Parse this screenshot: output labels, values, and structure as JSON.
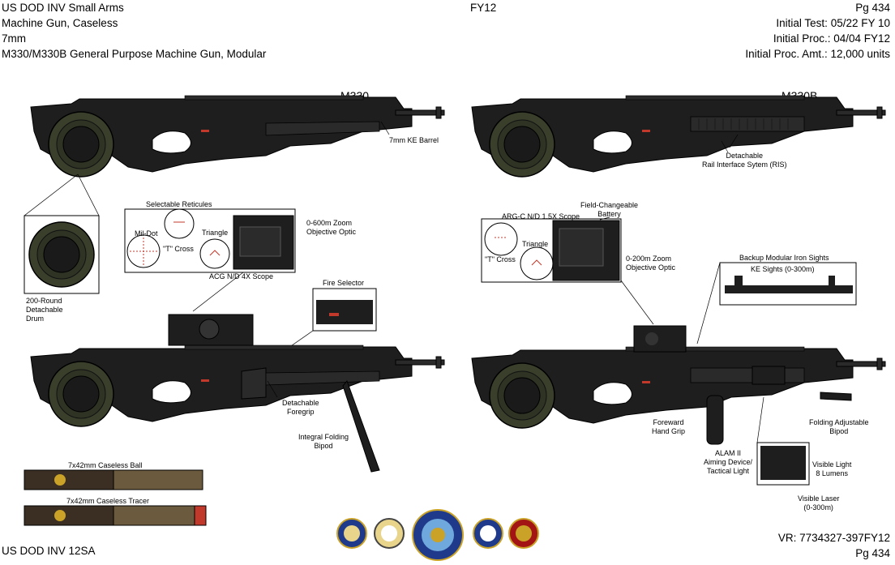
{
  "header": {
    "left": [
      "US DOD INV Small Arms",
      "Machine Gun, Caseless",
      "7mm",
      "M330/M330B General Purpose Machine Gun, Modular"
    ],
    "center": "FY12",
    "right": [
      "Pg 434",
      "Initial Test: 05/22 FY 10",
      "Initial Proc.: 04/04 FY12",
      "Initial Proc. Amt.: 12,000 units"
    ]
  },
  "variants": {
    "left": "M330",
    "right": "M330B"
  },
  "labels": {
    "barrel": "7mm KE Barrel",
    "drum": [
      "200-Round",
      "Detachable",
      "Drum"
    ],
    "reticules_title": "Selectable Reticules",
    "mil_dot": "Mil-Dot",
    "t_cross": "\"T\" Cross",
    "triangle": "Triangle",
    "zoom_600": [
      "0-600m Zoom",
      "Objective Optic"
    ],
    "acg_scope": "ACG N/D 4X Scope",
    "fire_selector": "Fire Selector",
    "foregrip": [
      "Detachable",
      "Foregrip"
    ],
    "bipod_folding": [
      "Integral Folding",
      "Bipod"
    ],
    "ammo_ball": "7x42mm Caseless Ball",
    "ammo_tracer": "7x42mm Caseless Tracer",
    "ris": [
      "Detachable",
      "Rail Interface Sytem (RIS)"
    ],
    "arg_scope": "ARG-C N/D 1.5X Scope",
    "battery": [
      "Field-Changeable",
      "Battery"
    ],
    "zoom_200": [
      "0-200m Zoom",
      "Objective Optic"
    ],
    "backup_sights": "Backup Modular Iron Sights",
    "ke_sights": "KE Sights (0-300m)",
    "hand_grip": [
      "Foreward",
      "Hand Grip"
    ],
    "alam": [
      "ALAM II",
      "Aiming Device/",
      "Tactical  Light"
    ],
    "bipod_adjustable": [
      "Folding Adjustable",
      "Bipod"
    ],
    "visible_light": [
      "Visible Light",
      "8 Lumens"
    ],
    "visible_laser": [
      "Visible Laser",
      "(0-300m)"
    ]
  },
  "footer": {
    "left": "US DOD INV 12SA",
    "right": [
      "VR: 7734327-397FY12",
      "Pg 434"
    ]
  },
  "seals": [
    "air-force-seal",
    "army-seal",
    "department-of-defense-seal",
    "navy-seal",
    "marine-corps-seal"
  ],
  "colors": {
    "body": "#1c1c1c",
    "drum": "#3a3f2c",
    "accent_red": "#c0392b",
    "ammo_tan": "#6b5a3e"
  }
}
